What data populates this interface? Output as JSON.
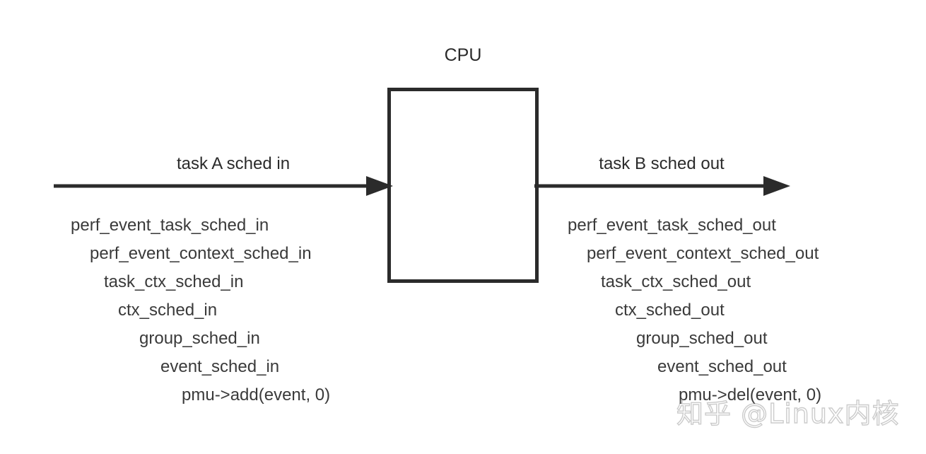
{
  "diagram": {
    "cpu_label": "CPU",
    "arrow_in": {
      "caption": "task A sched in",
      "direction": "right"
    },
    "arrow_out": {
      "caption": "task B sched out",
      "direction": "right"
    },
    "stack_in": [
      "perf_event_task_sched_in",
      "perf_event_context_sched_in",
      "task_ctx_sched_in",
      "ctx_sched_in",
      "group_sched_in",
      "event_sched_in",
      "pmu->add(event, 0)"
    ],
    "stack_out": [
      "perf_event_task_sched_out",
      "perf_event_context_sched_out",
      "task_ctx_sched_out",
      "ctx_sched_out",
      "group_sched_out",
      "event_sched_out",
      "pmu->del(event, 0)"
    ],
    "watermark": "知乎 @Linux内核",
    "colors": {
      "stroke": "#2b2b2b",
      "text": "#3a3a3a",
      "background": "#ffffff",
      "watermark": "#828282"
    }
  }
}
